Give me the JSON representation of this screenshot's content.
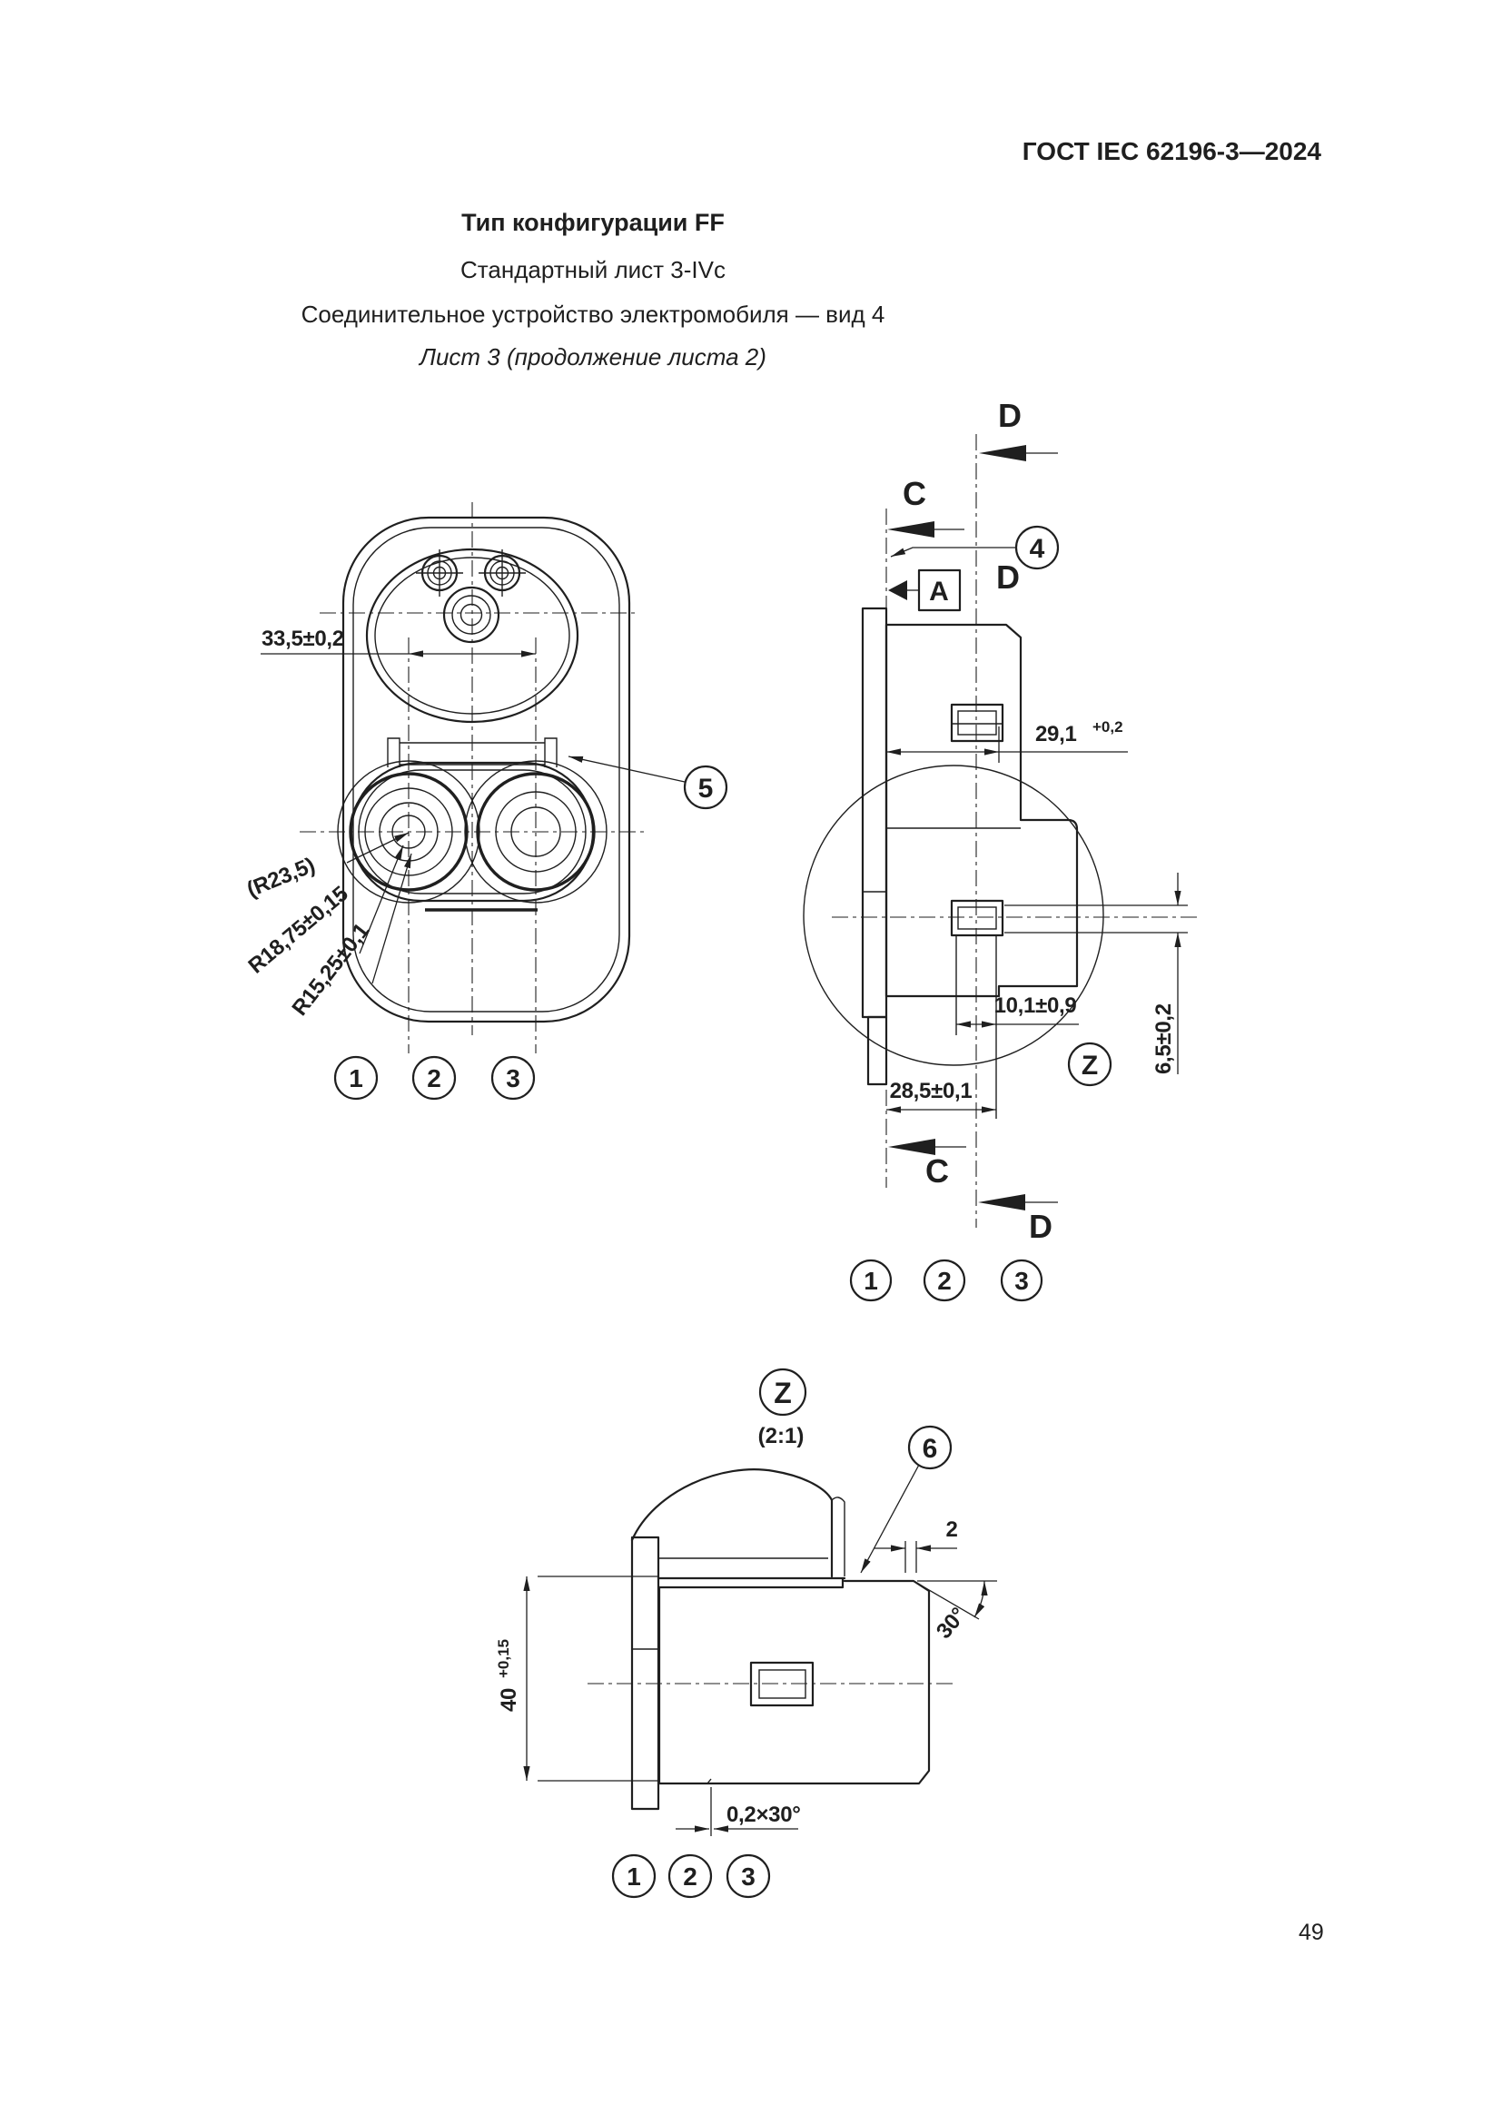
{
  "page": {
    "header": "ГОСТ IEC 62196-3—2024",
    "page_number": "49"
  },
  "titles": {
    "line1": "Тип конфигурации FF",
    "line2": "Стандартный лист 3-IVc",
    "line3": "Соединительное устройство электромобиля — вид 4",
    "line4": "Лист 3 (продолжение листа 2)"
  },
  "front_view": {
    "dim_pin_spacing": "33,5±0,2",
    "radius_outer": "(R23,5)",
    "radius_mid": "R18,75±0,15",
    "radius_inner": "R15,25±0,1",
    "callout": "5",
    "parts": [
      "1",
      "2",
      "3"
    ]
  },
  "side_view": {
    "section_c": "C",
    "section_d": "D",
    "callout": "4",
    "datum": "A",
    "dim_depth": "29,1",
    "dim_depth_tol": "+0,2",
    "dim_latch": "10,1±0,9",
    "dim_offset": "6,5±0,2",
    "dim_face": "28,5±0,1",
    "detail_mark": "Z",
    "parts": [
      "1",
      "2",
      "3"
    ]
  },
  "detail_view": {
    "label": "Z",
    "scale": "(2:1)",
    "callout": "6",
    "dim_lip": "2",
    "dim_angle": "30°",
    "dim_height": "40",
    "dim_height_tol": "+0,15",
    "dim_chamfer": "0,2×30°",
    "parts": [
      "1",
      "2",
      "3"
    ]
  },
  "colors": {
    "ink": "#1f1f1f",
    "paper": "#ffffff"
  }
}
